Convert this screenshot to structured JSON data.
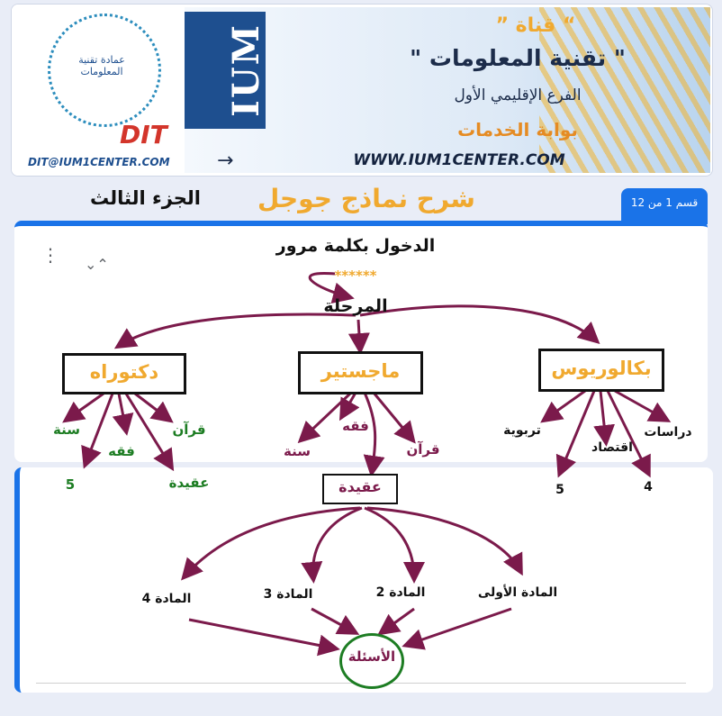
{
  "banner": {
    "channel_label": "“ قناة ”",
    "channel_name": "\" تقنية المعلومات \"",
    "branch": "الفرع الإقليمي الأول",
    "portal": "بوابة الخدمات",
    "website": "WWW.IUM1CENTER.COM",
    "email": "DIT@IUM1CENTER.COM",
    "ium_logo": "IUM",
    "logo_caption": "عمادة تقنية المعلومات",
    "dit_logo": "DIT",
    "arrow": "→"
  },
  "form": {
    "section_label": "قسم 1 من 12",
    "title": "شرح نماذج جوجل",
    "part": "الجزء الثالث",
    "kebab_icon": "⋮",
    "collapse_icon": "⌄⌃"
  },
  "diagram": {
    "login": "الدخول بكلمة مرور",
    "password": "******",
    "stage": "المرحلة",
    "bachelor": {
      "label": "بكالوريوس",
      "children": [
        "دراسات",
        "تربوية",
        "اقتصاد"
      ],
      "counts": [
        "4",
        "5"
      ]
    },
    "master": {
      "label": "ماجستير",
      "children": [
        "قرآن",
        "فقه",
        "سنة"
      ],
      "aqeeda": "عقيدة"
    },
    "doctorate": {
      "label": "دكتوراه",
      "children": [
        "قرآن",
        "فقه",
        "سنة",
        "عقيدة"
      ],
      "count": "5"
    },
    "subjects": [
      "المادة الأولى",
      "المادة 2",
      "المادة 3",
      "المادة 4"
    ],
    "questions": "الأسئلة"
  },
  "colors": {
    "accent": "#1a73e8",
    "orange": "#f0a92f",
    "maroon": "#7b1a4b",
    "green": "#1d7d23"
  }
}
